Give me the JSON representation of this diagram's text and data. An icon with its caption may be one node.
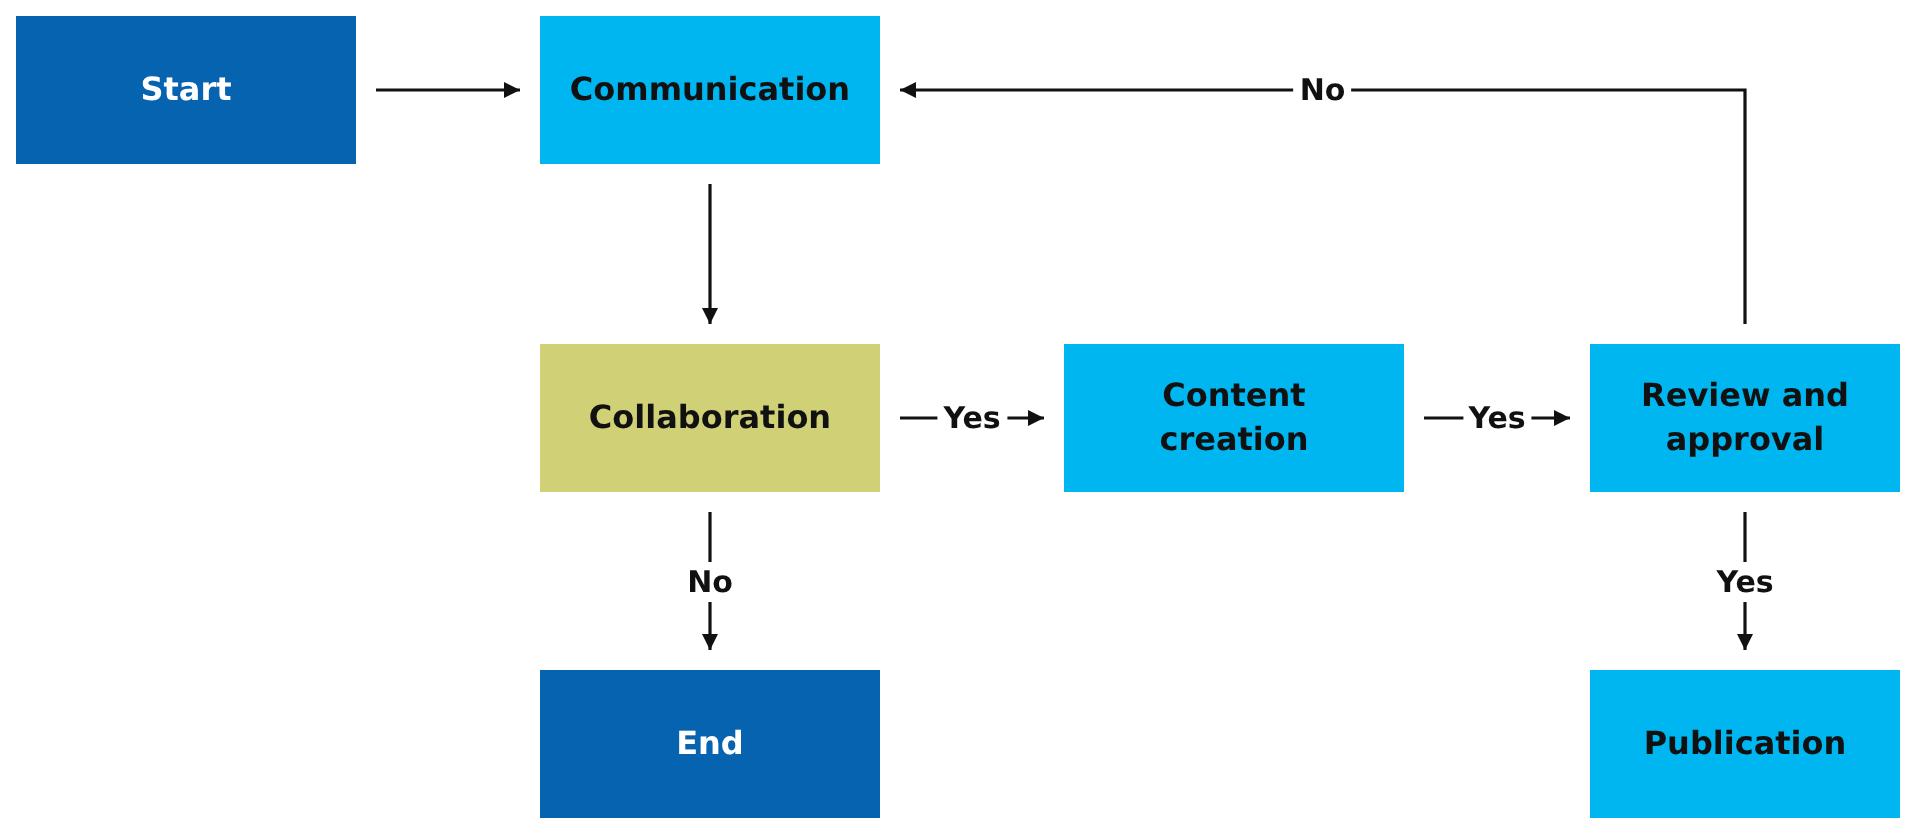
{
  "diagram": {
    "nodes": [
      {
        "text": [
          "Start"
        ]
      },
      {
        "text": [
          "Communication"
        ]
      },
      {
        "text": [
          "Collaboration"
        ]
      },
      {
        "text": [
          "Content creation"
        ]
      },
      {
        "text": [
          "Review and approval"
        ]
      },
      {
        "text": [
          "End"
        ]
      },
      {
        "text": [
          "Publication"
        ]
      }
    ],
    "edges": [
      {
        "from": 0,
        "to": 1,
        "arrow": "to"
      },
      {
        "from": 1,
        "to": 2,
        "arrow": "to"
      },
      {
        "from": 2,
        "to": 3,
        "arrow": "to",
        "label": "Yes"
      },
      {
        "from": 3,
        "to": 4,
        "arrow": "to",
        "label": "Yes"
      },
      {
        "from": 4,
        "to": 1,
        "arrow": "to",
        "label": "No"
      },
      {
        "from": 2,
        "to": 5,
        "arrow": "to",
        "label": "No"
      },
      {
        "from": 4,
        "to": 6,
        "arrow": "to",
        "label": "Yes"
      }
    ]
  }
}
